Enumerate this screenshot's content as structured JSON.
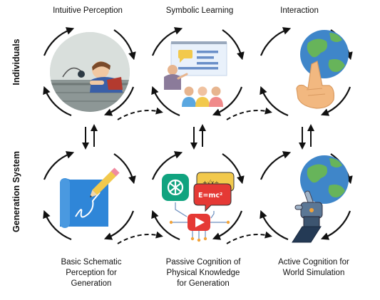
{
  "row_labels": {
    "top": "Individuals",
    "bottom": "Generation System"
  },
  "columns": {
    "top": [
      "Intuitive Perception",
      "Symbolic Learning",
      "Interaction"
    ],
    "bottom": [
      "Basic Schematic\nPerception for\nGeneration",
      "Passive Cognition of\nPhysical Knowledge\nfor Generation",
      "Active Cognition for\nWorld Simulation"
    ]
  },
  "icons": {
    "c1": "child-pendulum-icon",
    "c2": "teacher-presentation-icon",
    "c3": "globe-pointing-hand-icon",
    "c4": "blueprint-pencil-icon",
    "c5": "chatbot-formula-video-icon",
    "c6": "globe-robot-hand-icon"
  },
  "colors": {
    "arrow": "#111111",
    "globe_water": "#3f86c9",
    "globe_land": "#67b45a",
    "blueprint": "#2c7fd0",
    "chatgpt": "#10a37f",
    "video_red": "#e53935",
    "hand": "#f2b880"
  }
}
